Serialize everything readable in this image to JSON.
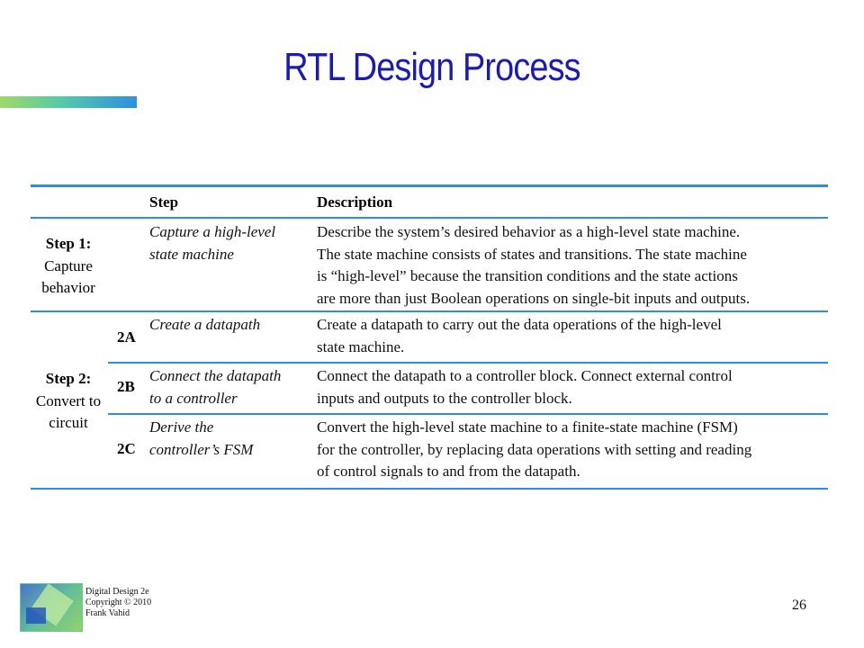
{
  "title": "RTL Design Process",
  "colors": {
    "title": "#1a1ab8",
    "rule": "#2d8ce6"
  },
  "table": {
    "headers": {
      "step": "Step",
      "description": "Description"
    },
    "step1": {
      "label": "Step 1:",
      "name_lines": [
        "Capture",
        "behavior"
      ],
      "step_lines": [
        "Capture a high-level",
        "state machine"
      ],
      "desc_lines": [
        "Describe the system’s desired behavior as a high-level state machine.",
        "The state machine consists of states and transitions. The state machine",
        "is “high-level” because the transition conditions and the state actions",
        "are more than just Boolean operations on single-bit inputs and outputs."
      ]
    },
    "step2": {
      "label": "Step 2:",
      "name_lines": [
        "Convert to",
        "circuit"
      ],
      "substeps": [
        {
          "code": "2A",
          "step_lines": [
            "Create a datapath"
          ],
          "desc_lines": [
            "Create a datapath to carry out the data operations of the high-level",
            "state machine."
          ]
        },
        {
          "code": "2B",
          "step_lines": [
            "Connect the datapath",
            "to a controller"
          ],
          "desc_lines": [
            "Connect the datapath to a controller block. Connect external control",
            "inputs and outputs to the controller block."
          ]
        },
        {
          "code": "2C",
          "step_lines": [
            "Derive the",
            "controller’s FSM"
          ],
          "desc_lines": [
            "Convert the high-level state machine to a finite-state machine (FSM)",
            "for the controller, by replacing data operations with setting and reading",
            "of control signals to and from the datapath."
          ]
        }
      ]
    }
  },
  "footer": {
    "lines": [
      "Digital Design 2e",
      "Copyright © 2010",
      "Frank Vahid"
    ],
    "page_number": "26",
    "logo_icon": "book-cover-logo-icon"
  }
}
